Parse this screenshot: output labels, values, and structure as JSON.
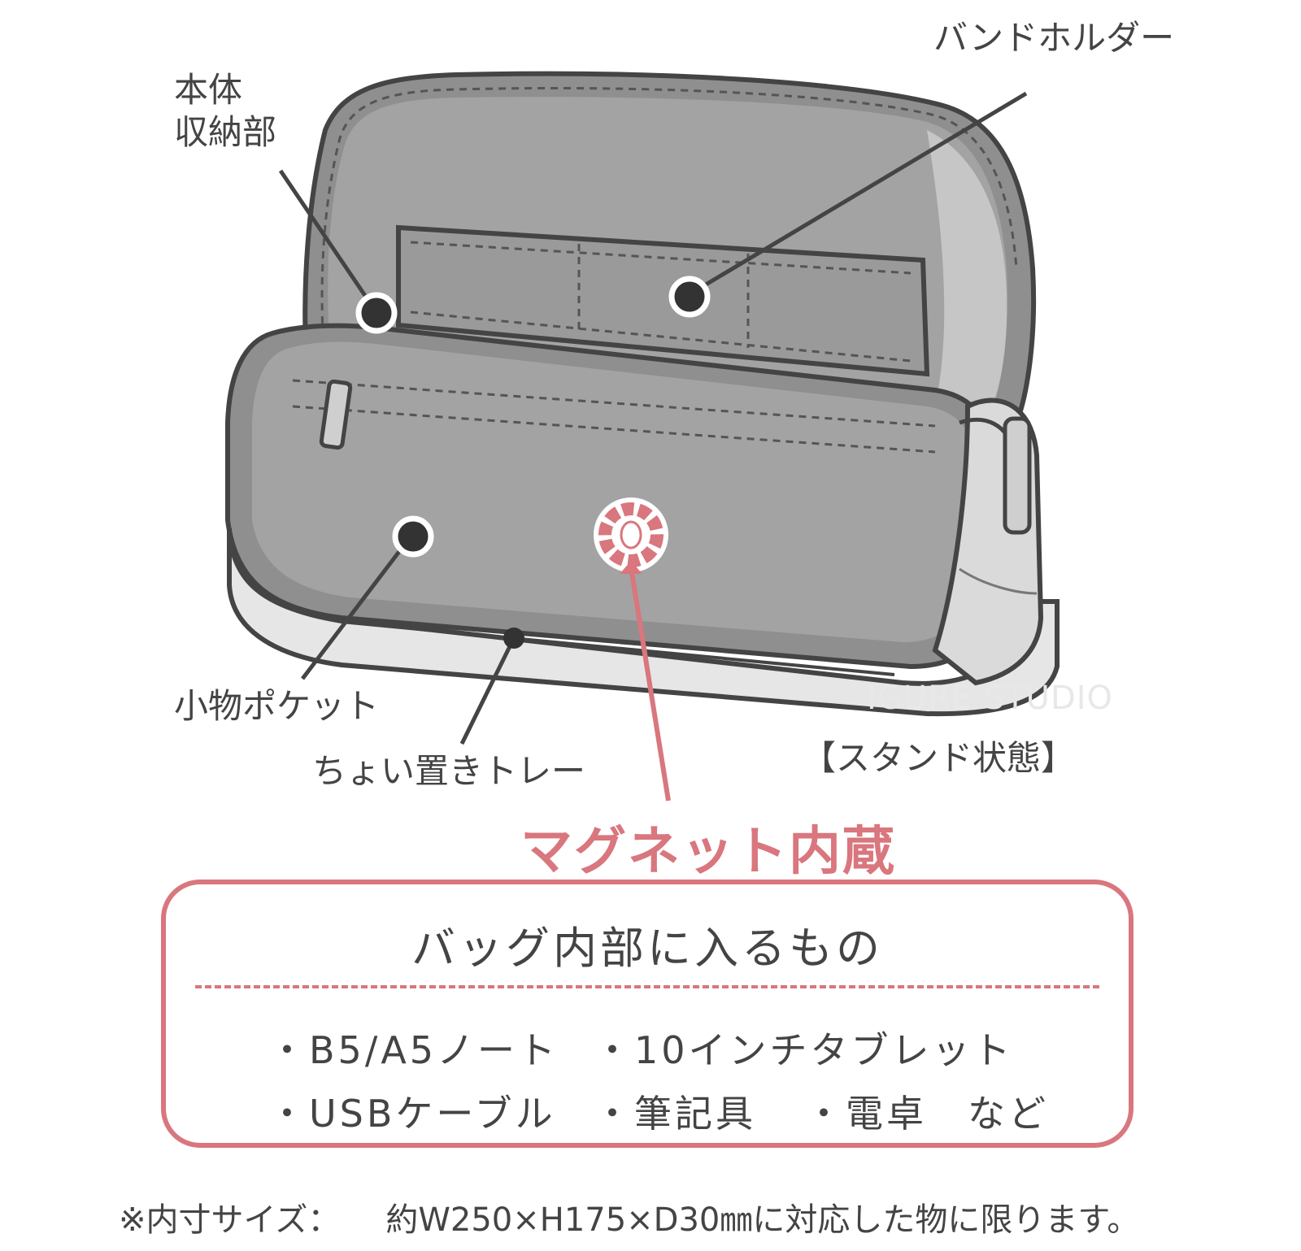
{
  "labels": {
    "band_holder": "バンドホルダー",
    "main_storage_line1": "本体",
    "main_storage_line2": "収納部",
    "small_pocket": "小物ポケット",
    "tray": "ちょい置きトレー",
    "stand_state": "【スタンド状態】",
    "magnet": "マグネット内蔵",
    "watermark": "IGURE STUDIO"
  },
  "contents_box": {
    "title": "バッグ内部に入るもの",
    "items": [
      "・B5/A5ノート",
      "・10インチタブレット",
      "・USBケーブル",
      "・筆記具",
      "・電卓　など"
    ]
  },
  "footnote": {
    "prefix": "※内寸サイズ：",
    "text": "約W250×H175×D30㎜に対応した物に限ります。"
  },
  "colors": {
    "accent": "#d9767e",
    "outline": "#444444",
    "body_gray": "#8f8f8f",
    "inner_gray": "#a3a3a3",
    "light_gray": "#dcdcdc"
  }
}
